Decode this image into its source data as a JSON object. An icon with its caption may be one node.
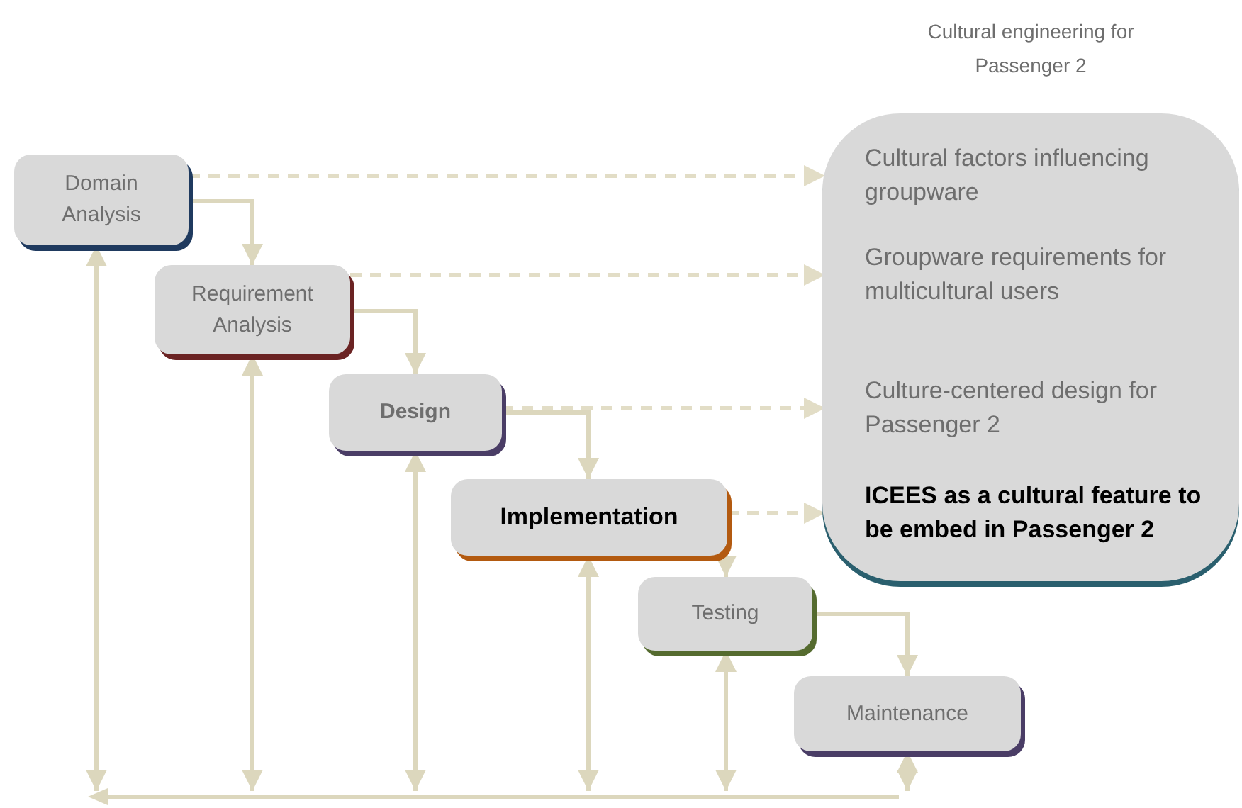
{
  "diagram": {
    "nodes": [
      {
        "text": [
          "Domain Analysis"
        ]
      },
      {
        "text": [
          "Requirement Analysis"
        ]
      },
      {
        "text": [
          "Design"
        ]
      },
      {
        "text": [
          "Implementation"
        ]
      },
      {
        "text": [
          "Testing"
        ]
      },
      {
        "text": [
          "Maintenance"
        ]
      },
      {
        "text": [
          "Cultural engineering for Passenger 2"
        ]
      },
      {
        "text": [
          "Cultural factors influencing groupware"
        ],
        "in": 6
      },
      {
        "text": [
          "Groupware requirements for multicultural users"
        ],
        "in": 6
      },
      {
        "text": [
          "Culture-centered design for Passenger 2"
        ],
        "in": 6
      },
      {
        "text": [
          "ICEES as a cultural feature to be embed in Passenger 2"
        ],
        "in": 6
      },
      {
        "text": [],
        "shape": "bar"
      }
    ],
    "edges": [
      {
        "from": 0,
        "to": 1,
        "arrow": "to"
      },
      {
        "from": 1,
        "to": 2,
        "arrow": "to"
      },
      {
        "from": 2,
        "to": 3,
        "arrow": "to"
      },
      {
        "from": 3,
        "to": 4,
        "arrow": "to"
      },
      {
        "from": 4,
        "to": 5,
        "arrow": "to"
      },
      {
        "from": 0,
        "to": 7,
        "arrow": "to",
        "style": "dashed"
      },
      {
        "from": 1,
        "to": 8,
        "arrow": "to",
        "style": "dashed"
      },
      {
        "from": 2,
        "to": 9,
        "arrow": "to",
        "style": "dashed"
      },
      {
        "from": 3,
        "to": 10,
        "arrow": "to",
        "style": "dashed"
      },
      {
        "from": 0,
        "to": 11,
        "arrow": "both"
      },
      {
        "from": 1,
        "to": 11,
        "arrow": "both"
      },
      {
        "from": 2,
        "to": 11,
        "arrow": "both"
      },
      {
        "from": 3,
        "to": 11,
        "arrow": "both"
      },
      {
        "from": 4,
        "to": 11,
        "arrow": "both"
      },
      {
        "from": 5,
        "to": 11,
        "arrow": "both"
      }
    ]
  }
}
